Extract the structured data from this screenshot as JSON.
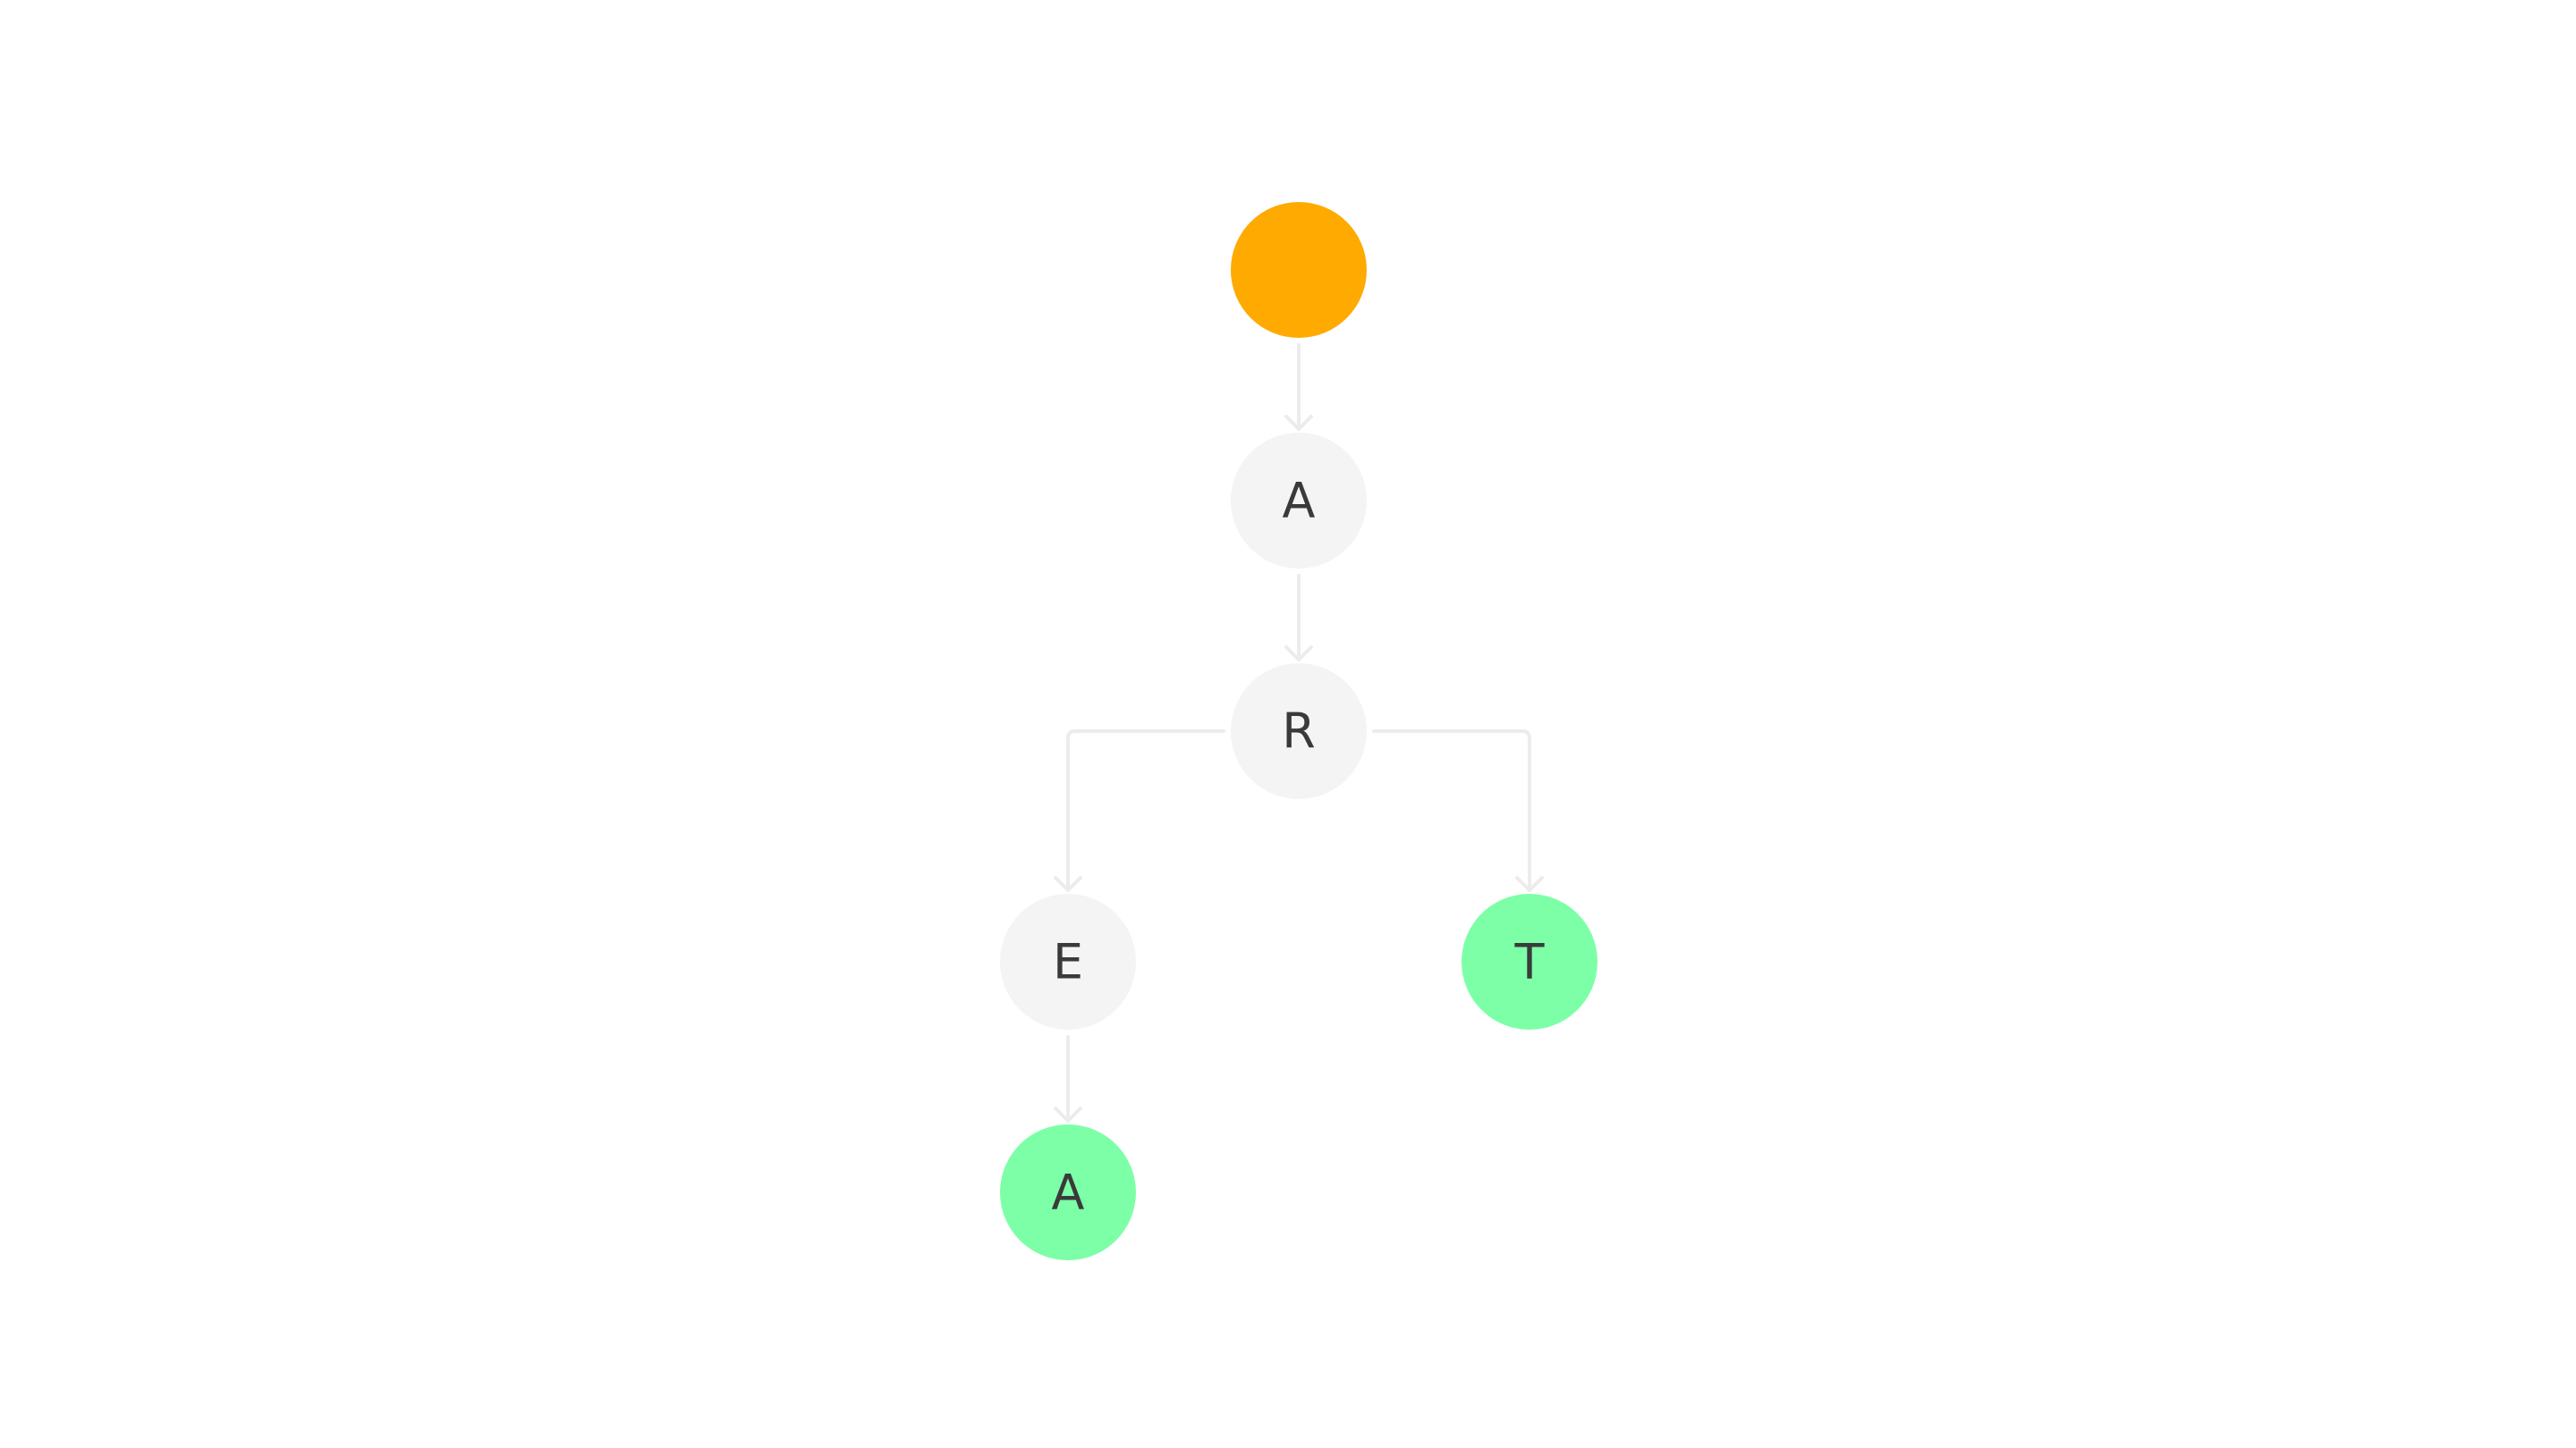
{
  "colors": {
    "root": "#ffaa00",
    "internal": "#f4f4f4",
    "terminal": "#7dffa7",
    "edge": "#ececec",
    "text": "#3a3a3a"
  },
  "nodes": [
    {
      "id": "root",
      "label": "",
      "kind": "root"
    },
    {
      "id": "a1",
      "label": "A",
      "kind": "internal"
    },
    {
      "id": "r",
      "label": "R",
      "kind": "internal"
    },
    {
      "id": "e",
      "label": "E",
      "kind": "internal"
    },
    {
      "id": "t",
      "label": "T",
      "kind": "terminal"
    },
    {
      "id": "a2",
      "label": "A",
      "kind": "terminal"
    }
  ],
  "edges": [
    {
      "from": "root",
      "to": "a1"
    },
    {
      "from": "a1",
      "to": "r"
    },
    {
      "from": "r",
      "to": "e"
    },
    {
      "from": "r",
      "to": "t"
    },
    {
      "from": "e",
      "to": "a2"
    }
  ]
}
